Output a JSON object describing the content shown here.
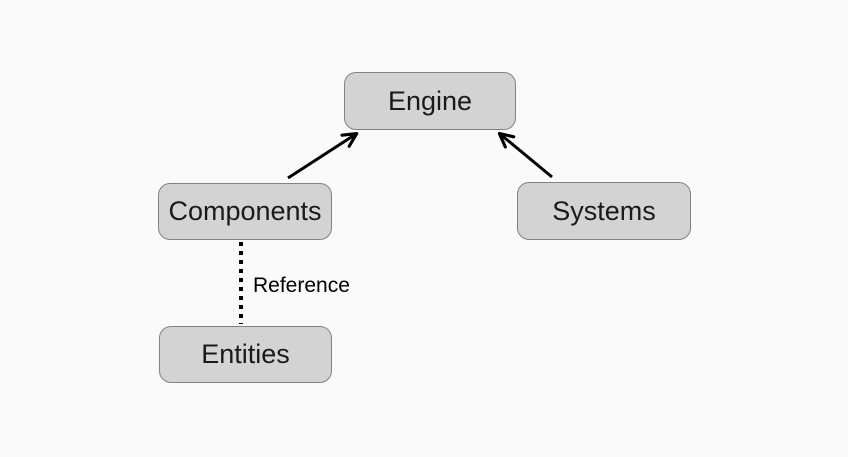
{
  "diagram": {
    "title": "",
    "nodes": [
      {
        "id": "engine",
        "label": "Engine"
      },
      {
        "id": "components",
        "label": "Components"
      },
      {
        "id": "systems",
        "label": "Systems"
      },
      {
        "id": "entities",
        "label": "Entities"
      }
    ],
    "edges": [
      {
        "from": "components",
        "to": "engine",
        "style": "solid-arrow",
        "label": ""
      },
      {
        "from": "systems",
        "to": "engine",
        "style": "solid-arrow",
        "label": ""
      },
      {
        "from": "components",
        "to": "entities",
        "style": "dotted",
        "label": "Reference"
      }
    ],
    "colors": {
      "background": "#fafafa",
      "node_fill": "#d3d3d3",
      "node_border": "#828282",
      "node_text": "#1a1a1a",
      "edge_stroke": "#000000",
      "edge_label_text": "#000000"
    }
  }
}
